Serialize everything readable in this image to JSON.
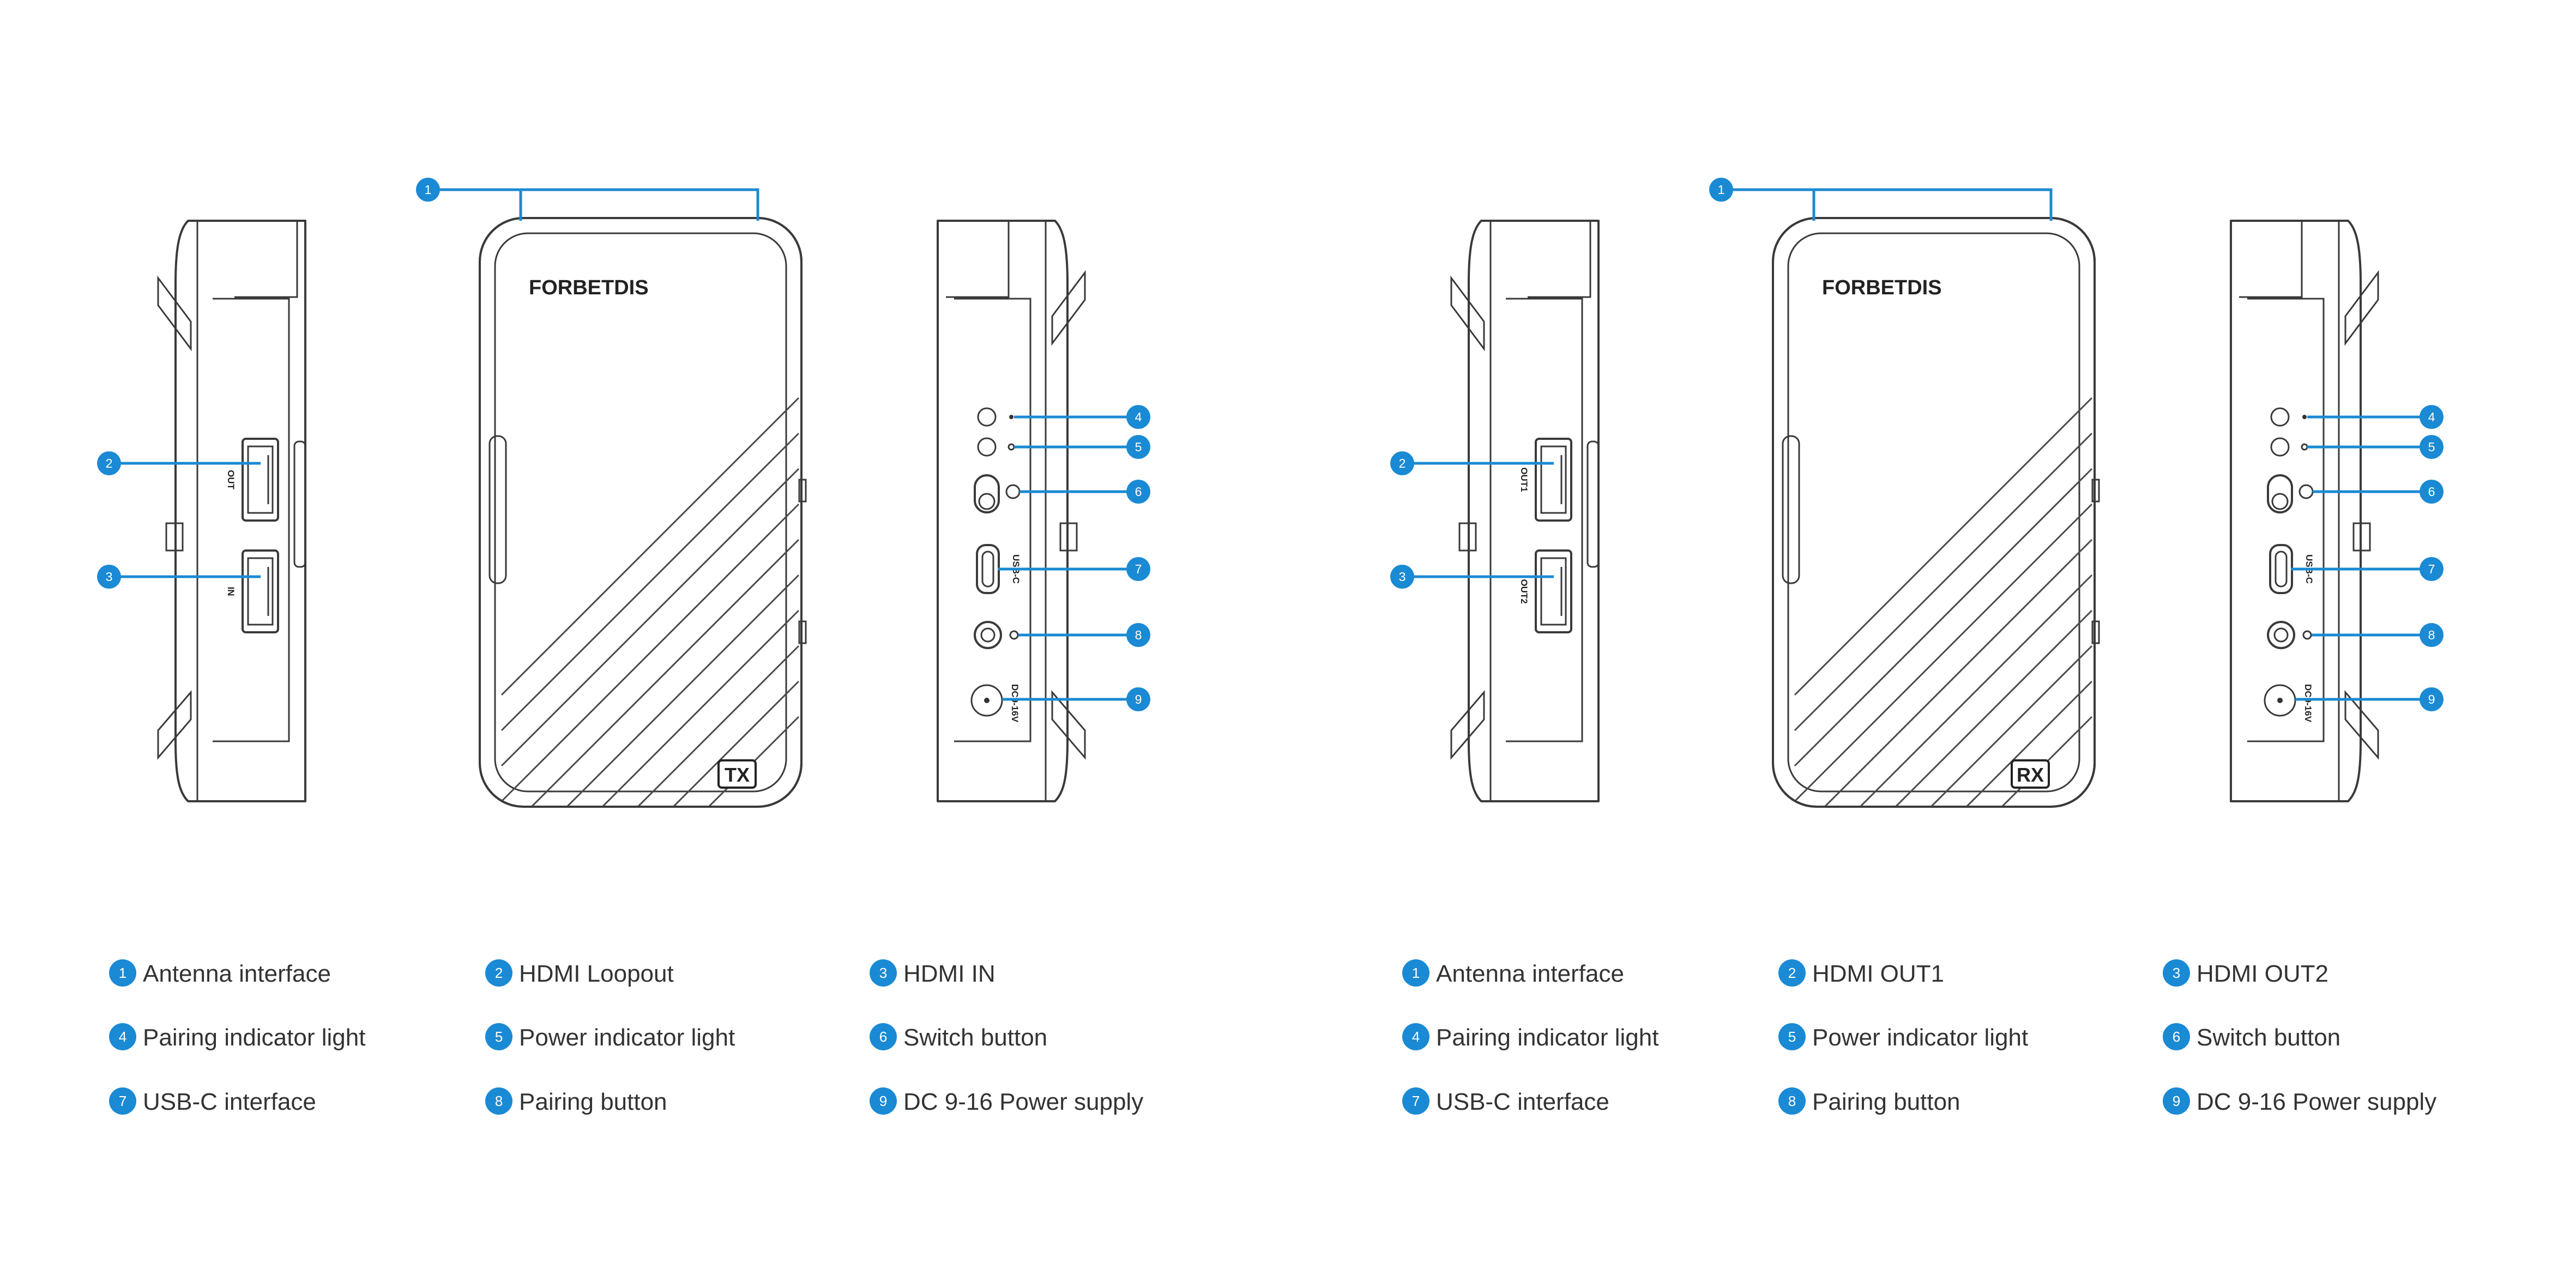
{
  "accent_color": "#1a8ad4",
  "devices": [
    {
      "id": "tx",
      "brand": "FORBETDIS",
      "badge": "TX",
      "side_left_ports": [
        "OUT",
        "IN"
      ],
      "side_right_labels": [
        "USB-C",
        "DC9-16V"
      ],
      "callouts": [
        "1",
        "2",
        "3",
        "4",
        "5",
        "6",
        "7",
        "8",
        "9"
      ],
      "legend": [
        {
          "num": "1",
          "label": "Antenna interface"
        },
        {
          "num": "2",
          "label": "HDMI Loopout"
        },
        {
          "num": "3",
          "label": "HDMI IN"
        },
        {
          "num": "4",
          "label": "Pairing indicator light"
        },
        {
          "num": "5",
          "label": "Power indicator light"
        },
        {
          "num": "6",
          "label": "Switch button"
        },
        {
          "num": "7",
          "label": "USB-C interface"
        },
        {
          "num": "8",
          "label": "Pairing button"
        },
        {
          "num": "9",
          "label": "DC 9-16 Power supply"
        }
      ]
    },
    {
      "id": "rx",
      "brand": "FORBETDIS",
      "badge": "RX",
      "side_left_ports": [
        "OUT1",
        "OUT2"
      ],
      "side_right_labels": [
        "USB-C",
        "DC9-16V"
      ],
      "callouts": [
        "1",
        "2",
        "3",
        "4",
        "5",
        "6",
        "7",
        "8",
        "9"
      ],
      "legend": [
        {
          "num": "1",
          "label": "Antenna interface"
        },
        {
          "num": "2",
          "label": "HDMI OUT1"
        },
        {
          "num": "3",
          "label": "HDMI OUT2"
        },
        {
          "num": "4",
          "label": "Pairing indicator light"
        },
        {
          "num": "5",
          "label": "Power indicator light"
        },
        {
          "num": "6",
          "label": "Switch button"
        },
        {
          "num": "7",
          "label": "USB-C interface"
        },
        {
          "num": "8",
          "label": "Pairing button"
        },
        {
          "num": "9",
          "label": "DC 9-16 Power supply"
        }
      ]
    }
  ]
}
